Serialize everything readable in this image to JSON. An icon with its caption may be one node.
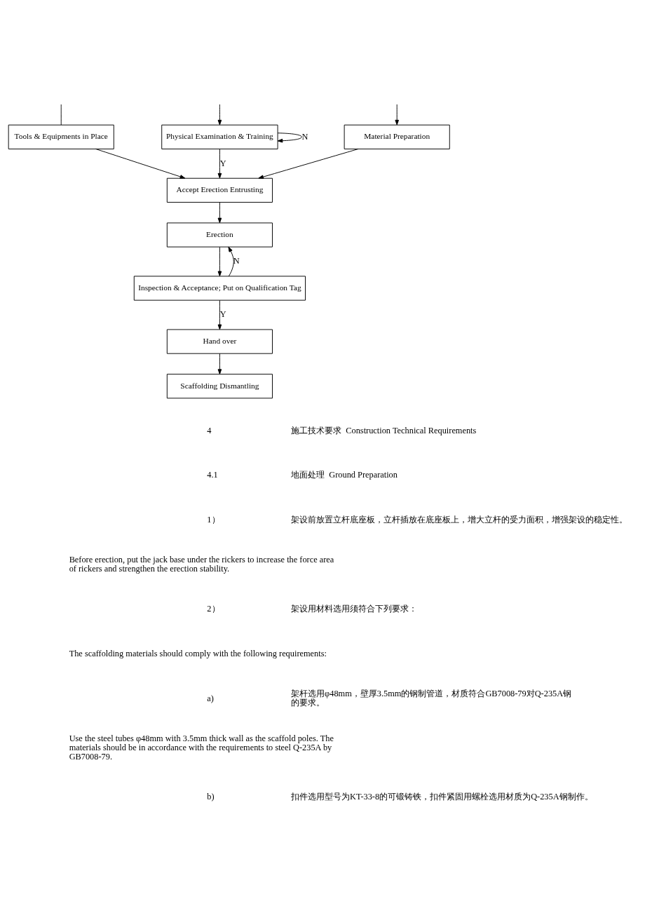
{
  "diagram": {
    "nodes": [
      {
        "text": [
          "Tools & Equipments in Place"
        ]
      },
      {
        "text": [
          "Physical Examination & Training"
        ]
      },
      {
        "text": [
          "Material Preparation"
        ]
      },
      {
        "text": [
          "Accept Erection Entrusting"
        ]
      },
      {
        "text": [
          "Erection"
        ]
      },
      {
        "text": [
          "Inspection & Acceptance; Put on Qualification Tag"
        ]
      },
      {
        "text": [
          "Hand over"
        ]
      },
      {
        "text": [
          "Scaffolding Dismantling"
        ]
      }
    ],
    "edges": [
      {
        "from": null,
        "to": 0,
        "arrow": "none"
      },
      {
        "from": null,
        "to": 1,
        "arrow": "to"
      },
      {
        "from": null,
        "to": 2,
        "arrow": "to"
      },
      {
        "from": 1,
        "to": 1,
        "arrow": "to",
        "label": "N"
      },
      {
        "from": 0,
        "to": 3,
        "arrow": "to"
      },
      {
        "from": 1,
        "to": 3,
        "arrow": "to",
        "label": "Y"
      },
      {
        "from": 2,
        "to": 3,
        "arrow": "to"
      },
      {
        "from": 3,
        "to": 4,
        "arrow": "to"
      },
      {
        "from": 4,
        "to": 5,
        "arrow": "to"
      },
      {
        "from": 5,
        "to": 4,
        "arrow": "to",
        "label": "N"
      },
      {
        "from": 5,
        "to": 6,
        "arrow": "to",
        "label": "Y"
      },
      {
        "from": 6,
        "to": 7,
        "arrow": "to"
      }
    ],
    "labels": [
      "4",
      "施工技术要求  Construction Technical Requirements",
      "4.1",
      "地面处理  Ground Preparation",
      "1）",
      "架设前放置立杆底座板，立杆插放在底座板上，增大立杆的受力面积，增强架设的稳定性。",
      "Before erection, put the jack base under the rickers to increase the force area of rickers and strengthen the erection stability.",
      "2）",
      "架设用材料选用须符合下列要求：",
      "The scaffolding materials should comply with the following requirements:",
      "a)",
      "架杆选用φ48mm，壁厚3.5mm的钢制管道，材质符合GB7008-79对Q-235A钢的要求。",
      "Use the steel tubes φ48mm with 3.5mm thick wall as the scaffold poles. The materials should be in accordance with the requirements to steel Q-235A by GB7008-79.",
      "b)",
      "扣件选用型号为KT-33-8的可锻铸铁，扣件紧固用螺栓选用材质为Q-235A钢制作。"
    ]
  }
}
